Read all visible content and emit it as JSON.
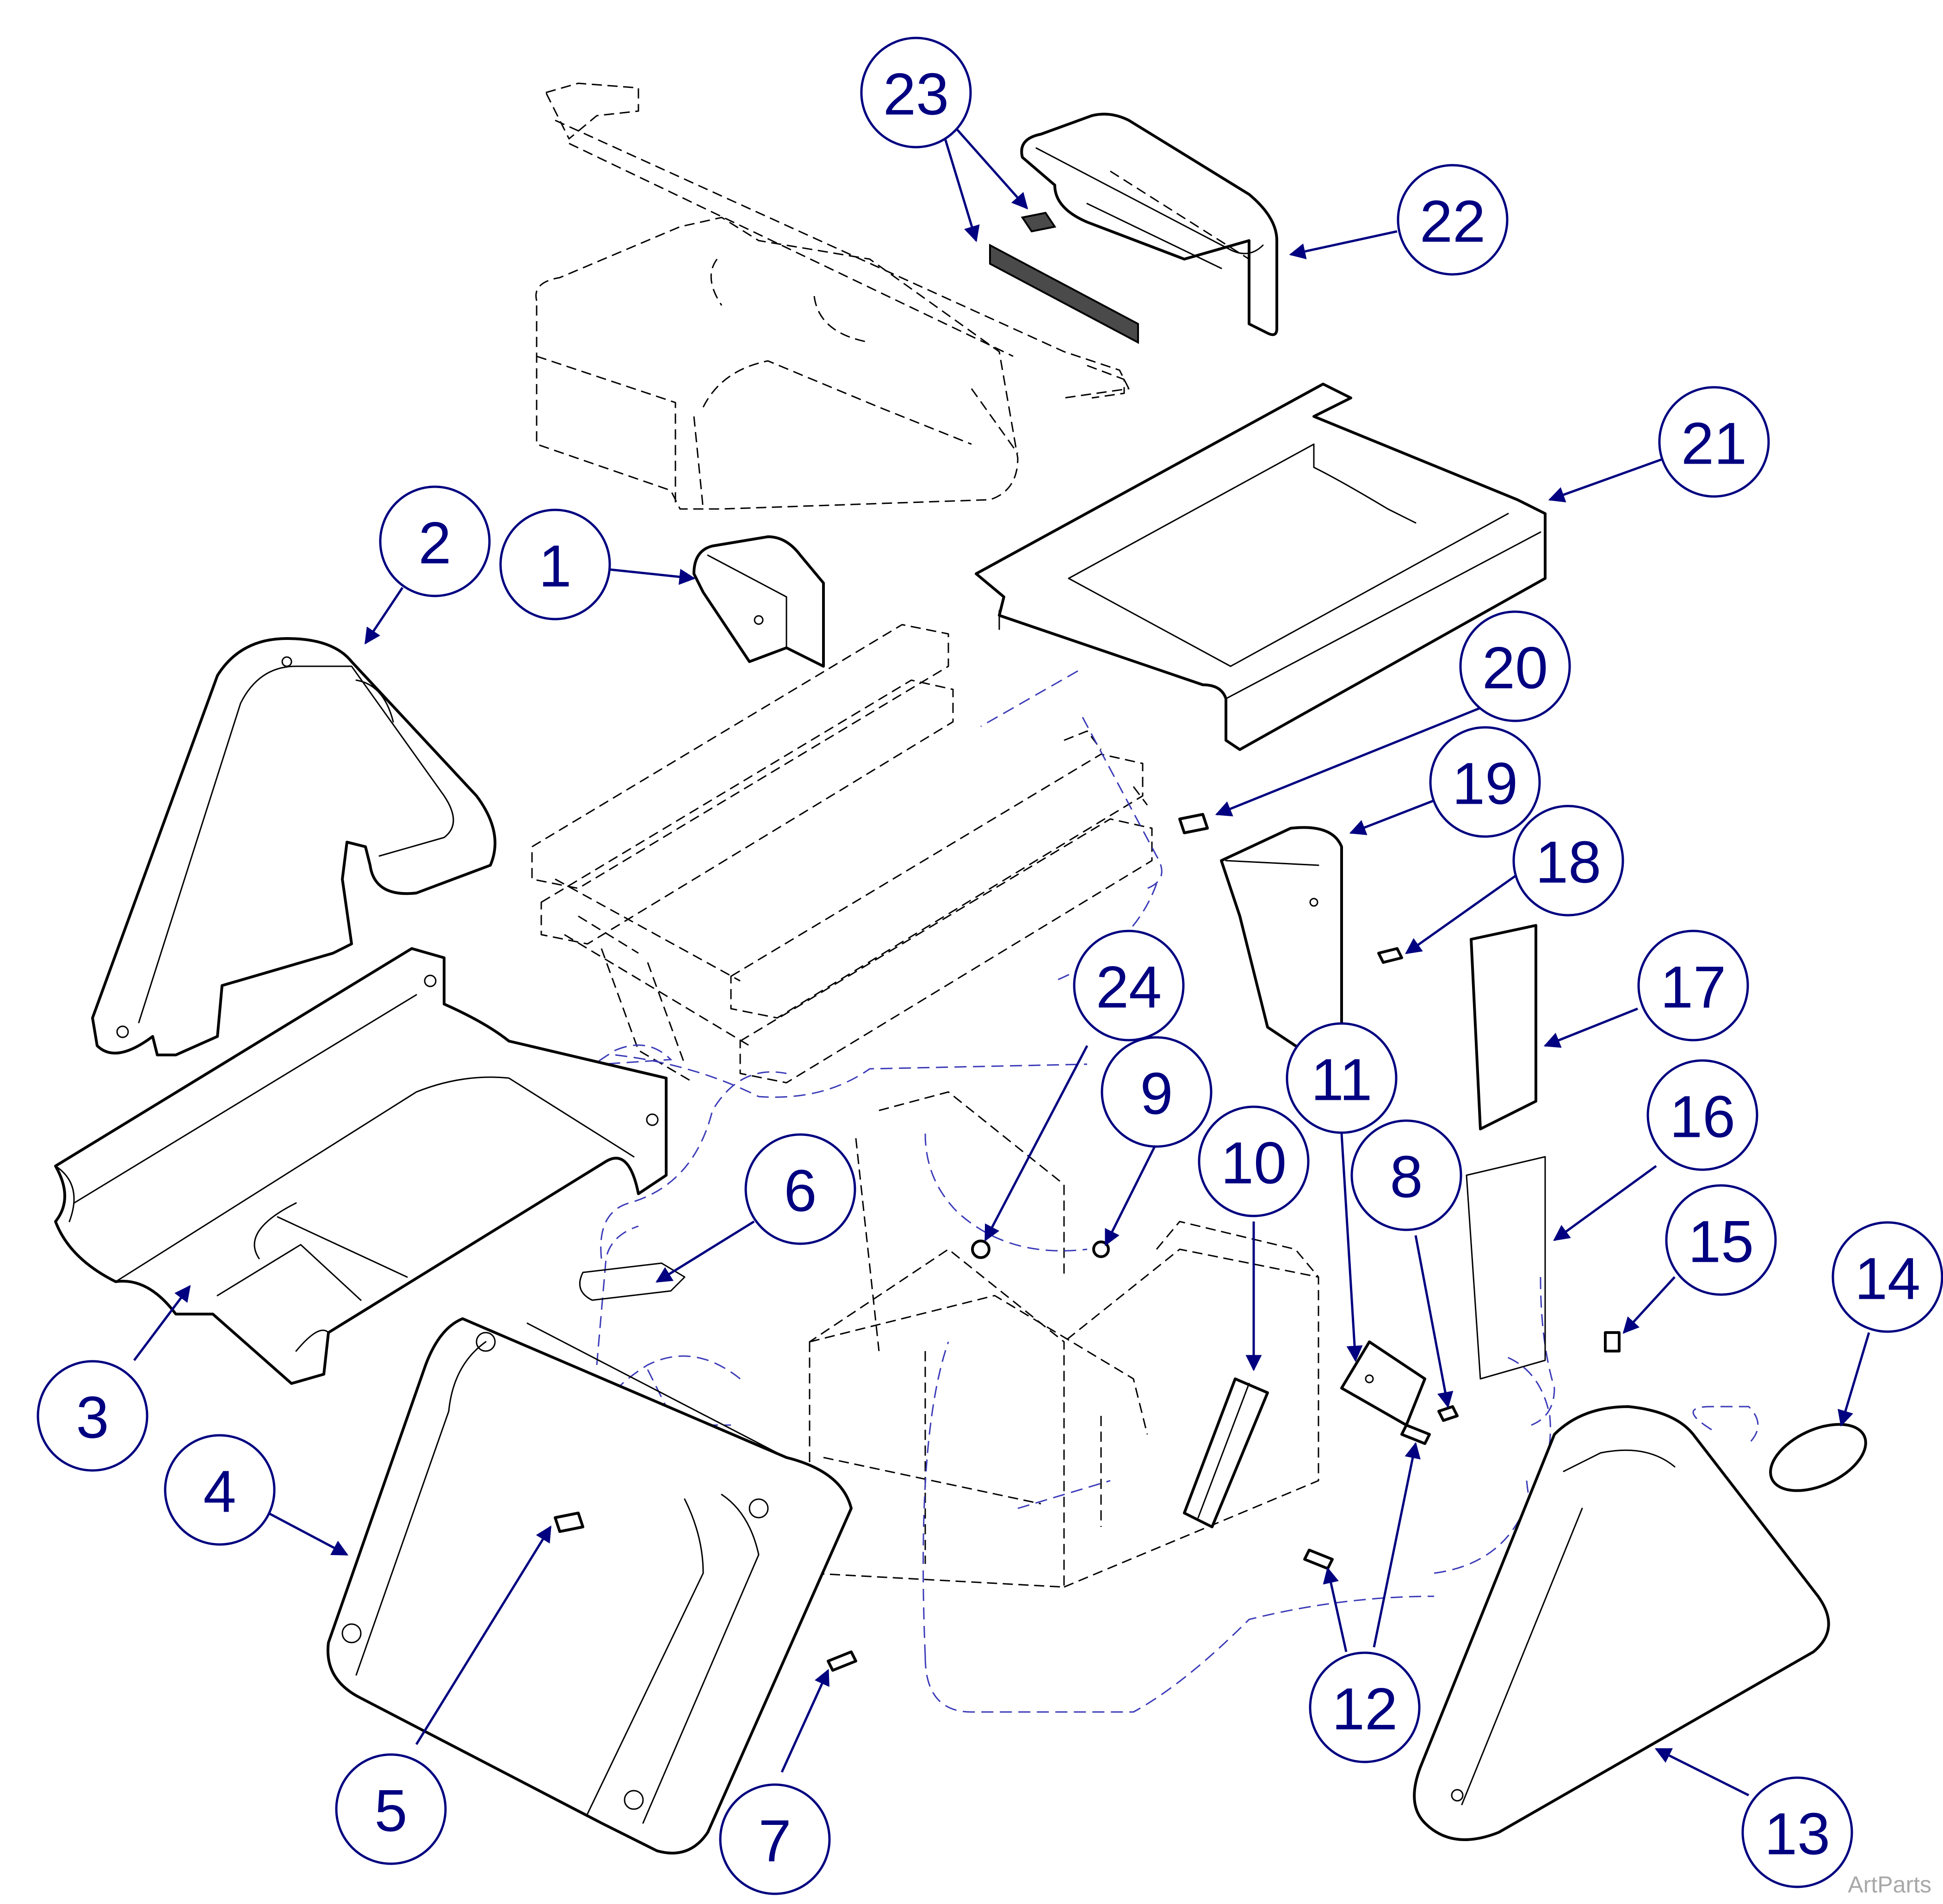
{
  "diagram": {
    "callout_numbers": [
      "1",
      "2",
      "3",
      "4",
      "5",
      "6",
      "7",
      "8",
      "9",
      "10",
      "11",
      "12",
      "13",
      "14",
      "15",
      "16",
      "17",
      "18",
      "19",
      "20",
      "21",
      "22",
      "23",
      "24"
    ],
    "watermark": "ArtParts",
    "colors": {
      "callout_blue": "#000080",
      "guide_blue": "#3a3ab8",
      "line": "#000000",
      "gasket": "#4a4a4a",
      "watermark": "#a8a8a8"
    }
  }
}
